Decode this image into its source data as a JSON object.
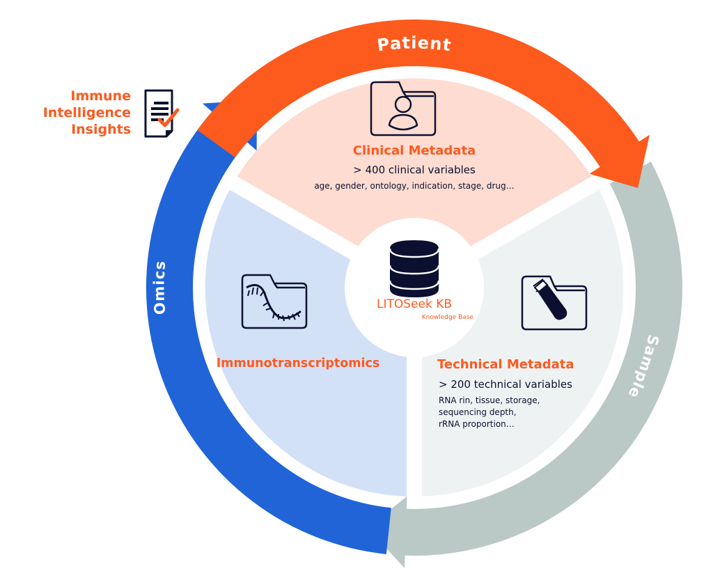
{
  "colors": {
    "patient_band": "#fd5a1e",
    "sample_band": "#bac8c6",
    "omics_band": "#2064d8",
    "clinical_sector": "#fedcd1",
    "technical_sector": "#eff2f3",
    "omics_sector": "#d3e1f7",
    "accent_text": "#fd5a1e",
    "dark_text": "#0b1030"
  },
  "cycle": {
    "patient_label": "Patient",
    "sample_label": "Sample",
    "omics_label": "Omics"
  },
  "insights": {
    "label_lines": [
      "Immune",
      "Intelligence",
      "Insights"
    ],
    "icon": "report-check-icon"
  },
  "clinical": {
    "icon": "patient-folder-icon",
    "title": "Clinical Metadata",
    "count": "> 400 clinical variables",
    "examples": "age, gender, ontology, indication, stage, drug…"
  },
  "omics": {
    "icon": "dna-folder-icon",
    "title": "Immunotranscriptomics"
  },
  "technical": {
    "icon": "test-tube-folder-icon",
    "title": "Technical Metadata",
    "count": "> 200 technical variables",
    "examples_lines": [
      "RNA rin, tissue, storage,",
      "sequencing depth,",
      "rRNA proportion…"
    ]
  },
  "kb": {
    "icon": "database-icon",
    "name": "LITOSeek KB",
    "subtitle": "Knowledge Base"
  }
}
